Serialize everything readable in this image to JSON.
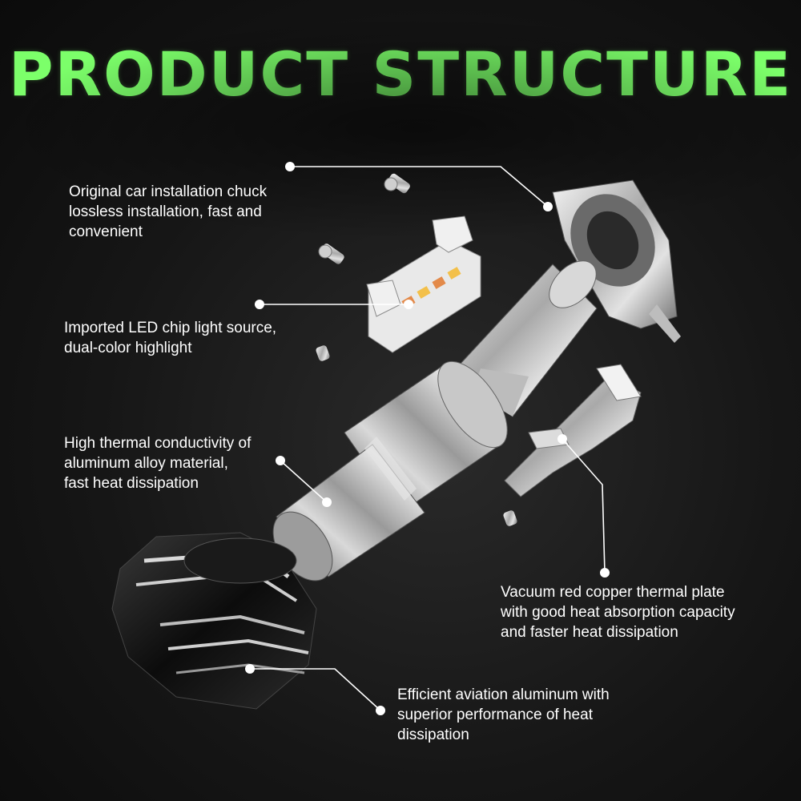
{
  "title": "PRODUCT STRUCTURE",
  "colors": {
    "title": "#7CFF6A",
    "text": "#FFFFFF",
    "background": "#111111"
  },
  "callouts": {
    "chuck": {
      "lines": [
        "Original car installation chuck",
        "lossless installation, fast and",
        "convenient"
      ]
    },
    "led": {
      "lines": [
        "Imported LED chip light source,",
        "dual-color highlight"
      ]
    },
    "alloy": {
      "lines": [
        "High thermal conductivity of",
        "aluminum alloy material,",
        "fast heat dissipation"
      ]
    },
    "copper": {
      "lines": [
        "Vacuum red copper thermal plate",
        "with good heat absorption capacity",
        "and faster heat dissipation"
      ]
    },
    "aviation": {
      "lines": [
        "Efficient aviation aluminum with",
        "superior performance of heat",
        "dissipation"
      ]
    }
  }
}
